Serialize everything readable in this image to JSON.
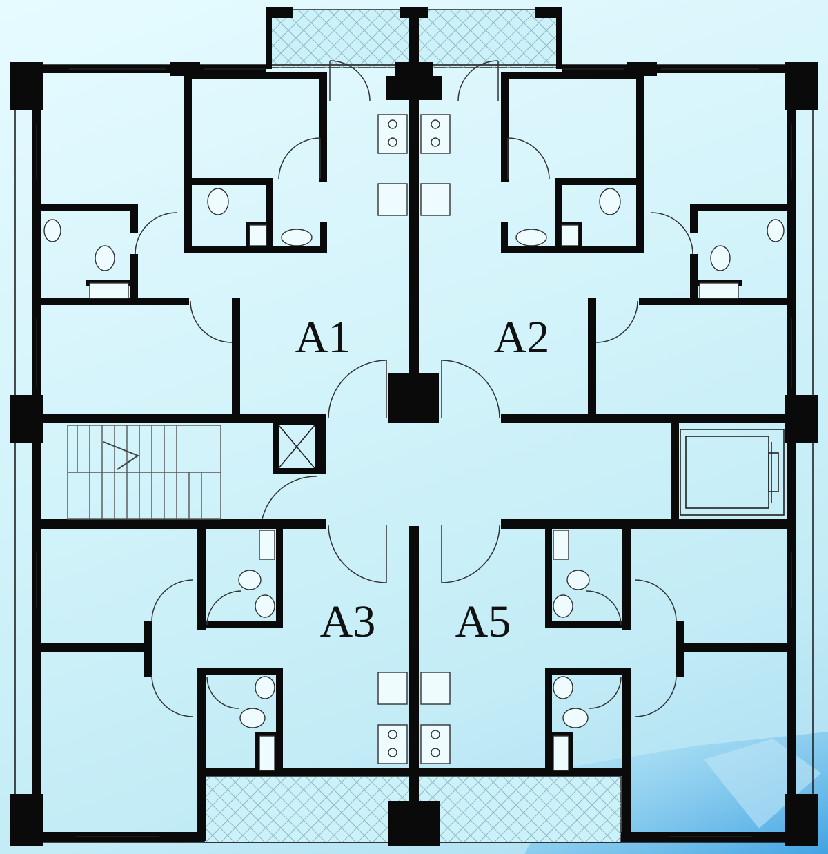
{
  "units": [
    {
      "id": "A1",
      "label": "A1"
    },
    {
      "id": "A2",
      "label": "A2"
    },
    {
      "id": "A3",
      "label": "A3"
    },
    {
      "id": "A5",
      "label": "A5"
    }
  ],
  "colors": {
    "background": "#d4f3fa",
    "wall": "#0a0a0a",
    "balcony": "#c8eef6",
    "accent_bottom_right": "#3aa8e6"
  },
  "icons": {
    "stair": "stair-icon",
    "elevator": "elevator-icon",
    "toilet": "toilet-icon",
    "sink": "sink-icon",
    "stove": "stove-icon",
    "door_swing": "door-swing-icon"
  }
}
